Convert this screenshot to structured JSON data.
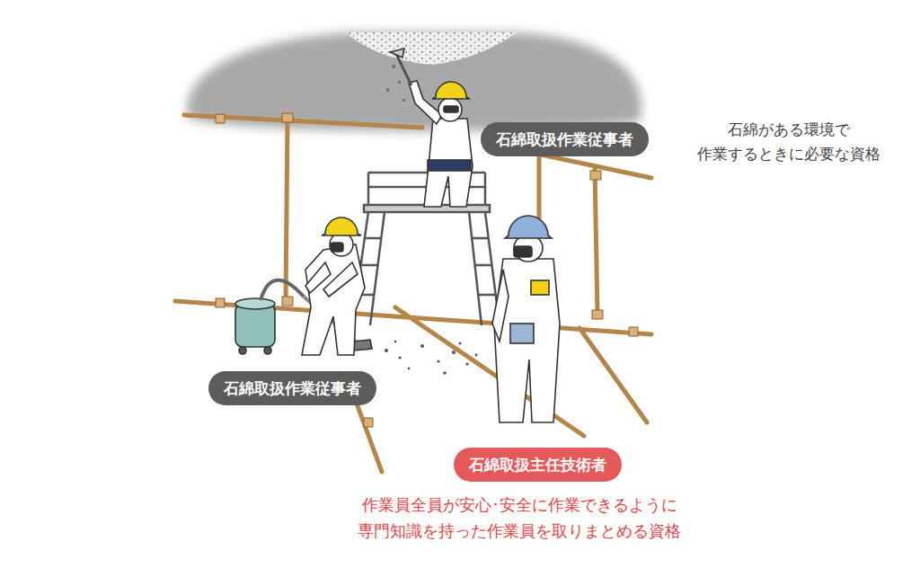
{
  "diagram": {
    "nodes": [
      {
        "text": [
          "石綿取扱作業従事者"
        ]
      },
      {
        "text": [
          "石綿取扱作業従事者"
        ]
      },
      {
        "text": [
          "石綿取扱主任技術者"
        ]
      }
    ],
    "edges": [],
    "labels": [
      "石綿がある環境で 作業するときに必要な資格",
      "作業員全員が安心･安全に作業できるように 専門知識を持った作業員を取りまとめる資格"
    ]
  }
}
